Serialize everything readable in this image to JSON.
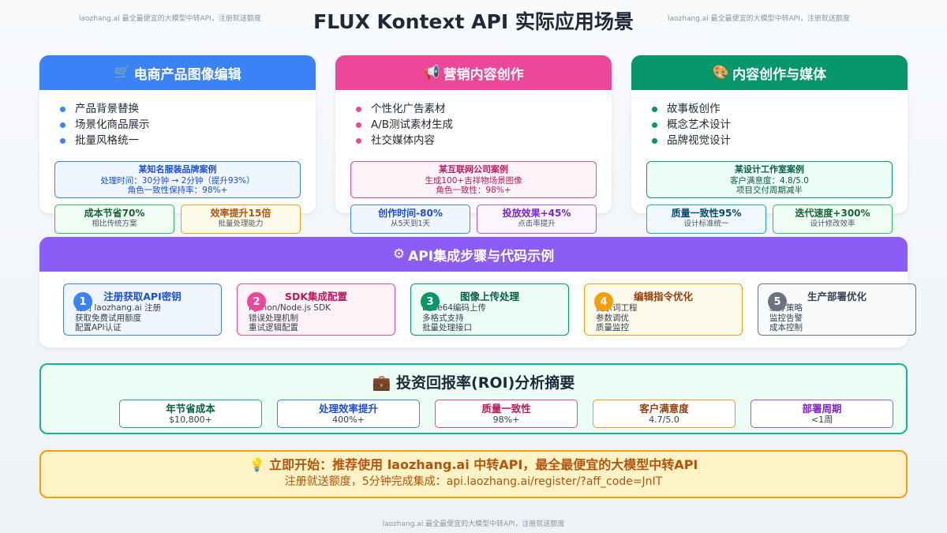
{
  "header": {
    "watermark_left": "laozhang.ai 最全最便宜的大模型中转API，注册就送额度",
    "title": "FLUX Kontext API 实际应用场景",
    "watermark_right": "laozhang.ai 最全最便宜的大模型中转API，注册就送额度"
  },
  "cards": [
    {
      "icon": "🛒",
      "icon_name": "shopping-cart-icon",
      "color": "#3b82f6",
      "bg": "#eff6ff",
      "title_color": "#1d4ed8",
      "title": "电商产品图像编辑",
      "items": [
        "产品背景替换",
        "场景化商品展示",
        "批量风格统一"
      ],
      "case_title": "某知名服装品牌案例",
      "case_lines": [
        "处理时间：30分钟 → 2分钟（提升93%）",
        "角色一致性保持率：98%+"
      ],
      "metrics": [
        {
          "value": "成本节省70%",
          "sub": "相比传统方案",
          "color": "#22c55e",
          "bg": "#f0fdf4",
          "tc": "#166534"
        },
        {
          "value": "效率提升15倍",
          "sub": "批量处理能力",
          "color": "#f59e0b",
          "bg": "#fffbeb",
          "tc": "#b45309"
        }
      ]
    },
    {
      "icon": "📢",
      "icon_name": "megaphone-icon",
      "color": "#ec4899",
      "bg": "#fdf2f8",
      "title_color": "#be185d",
      "title": "营销内容创作",
      "items": [
        "个性化广告素材",
        "A/B测试素材生成",
        "社交媒体内容"
      ],
      "case_title": "某互联网公司案例",
      "case_lines": [
        "生成100+吉祥物场景图像",
        "角色一致性：98%+"
      ],
      "metrics": [
        {
          "value": "创作时间-80%",
          "sub": "从5天到1天",
          "color": "#3b82f6",
          "bg": "#eff6ff",
          "tc": "#1d4ed8"
        },
        {
          "value": "投放效果+45%",
          "sub": "点击率提升",
          "color": "#a855f7",
          "bg": "#faf5ff",
          "tc": "#7e22ce"
        }
      ]
    },
    {
      "icon": "🎨",
      "icon_name": "palette-icon",
      "color": "#059669",
      "bg": "#ecfdf5",
      "title_color": "#065f46",
      "title": "内容创作与媒体",
      "items": [
        "故事板创作",
        "概念艺术设计",
        "品牌视觉设计"
      ],
      "case_title": "某设计工作室案例",
      "case_lines": [
        "客户满意度：4.8/5.0",
        "项目交付周期减半"
      ],
      "metrics": [
        {
          "value": "质量一致性95%",
          "sub": "设计标准统一",
          "color": "#0ea5e9",
          "bg": "#f0f9ff",
          "tc": "#0c4a6e"
        },
        {
          "value": "迭代速度+300%",
          "sub": "设计修改效率",
          "color": "#22c55e",
          "bg": "#f0fdf4",
          "tc": "#166534"
        }
      ]
    }
  ],
  "steps_section": {
    "icon": "⚙",
    "icon_name": "gear-icon",
    "title": "API集成步骤与代码示例",
    "steps": [
      {
        "num": "1",
        "title": "注册获取API密钥",
        "lines": [
          "访问 laozhang.ai 注册",
          "获取免费试用额度",
          "配置API认证"
        ],
        "color": "#3b82f6",
        "bg": "#eff6ff",
        "tc": "#1d4ed8"
      },
      {
        "num": "2",
        "title": "SDK集成配置",
        "lines": [
          "Python/Node.js SDK",
          "错误处理机制",
          "重试逻辑配置"
        ],
        "color": "#ec4899",
        "bg": "#fdf2f8",
        "tc": "#be185d"
      },
      {
        "num": "3",
        "title": "图像上传处理",
        "lines": [
          "Base64编码上传",
          "多格式支持",
          "批量处理接口"
        ],
        "color": "#059669",
        "bg": "#ecfdf5",
        "tc": "#065f46"
      },
      {
        "num": "4",
        "title": "编辑指令优化",
        "lines": [
          "提示词工程",
          "参数调优",
          "质量监控"
        ],
        "color": "#f59e0b",
        "bg": "#fffbeb",
        "tc": "#92400e"
      },
      {
        "num": "5",
        "title": "生产部署优化",
        "lines": [
          "缓存策略",
          "监控告警",
          "成本控制"
        ],
        "color": "#6b7280",
        "bg": "#f9fafb",
        "tc": "#374151"
      }
    ]
  },
  "roi": {
    "icon": "💼",
    "icon_name": "briefcase-icon",
    "title": "投资回报率(ROI)分析摘要",
    "items": [
      {
        "label": "年节省成本",
        "value": "$10,800+",
        "color": "#10b981",
        "tc": "#065f46"
      },
      {
        "label": "处理效率提升",
        "value": "400%+",
        "color": "#3b82f6",
        "tc": "#1d4ed8"
      },
      {
        "label": "质量一致性",
        "value": "98%+",
        "color": "#ec4899",
        "tc": "#be185d"
      },
      {
        "label": "客户满意度",
        "value": "4.7/5.0",
        "color": "#f59e0b",
        "tc": "#92400e"
      },
      {
        "label": "部署周期",
        "value": "<1周",
        "color": "#a855f7",
        "tc": "#7e22ce"
      }
    ]
  },
  "cta": {
    "icon": "💡",
    "icon_name": "lightbulb-icon",
    "line1": "立即开始：推荐使用 laozhang.ai 中转API，最全最便宜的大模型中转API",
    "line2": "注册就送额度，5分钟完成集成：api.laozhang.ai/register/?aff_code=JnIT"
  },
  "footer": {
    "watermark": "laozhang.ai 最全最便宜的大模型中转API，注册就送额度"
  }
}
